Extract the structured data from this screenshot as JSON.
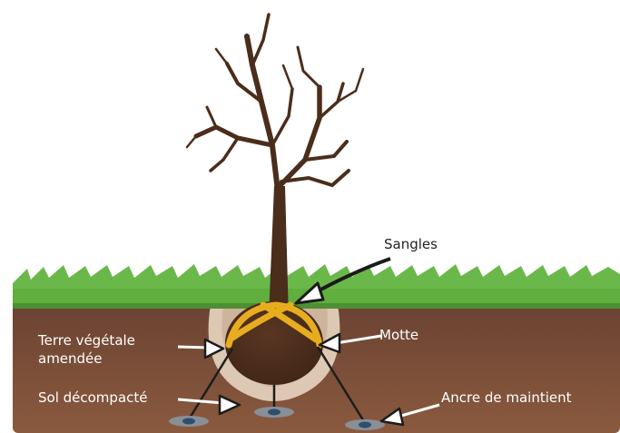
{
  "labels": {
    "sangles": "Sangles",
    "motte": "Motte",
    "terre_line1": "Terre végétale",
    "terre_line2": "amendée",
    "sol": "Sol décompacté",
    "ancre": "Ancre de maintient"
  },
  "colors": {
    "soil_dark": "#5b3a2a",
    "soil": "#80513a",
    "soil_light": "#a9724d",
    "amended_soil": "#ddc8b4",
    "root_ball": "#4a2a19",
    "strap": "#e8ad1f",
    "grass": "#5fae3e",
    "trunk": "#4b2d1b",
    "label_light": "#ffffff",
    "label_dark": "#222222"
  }
}
